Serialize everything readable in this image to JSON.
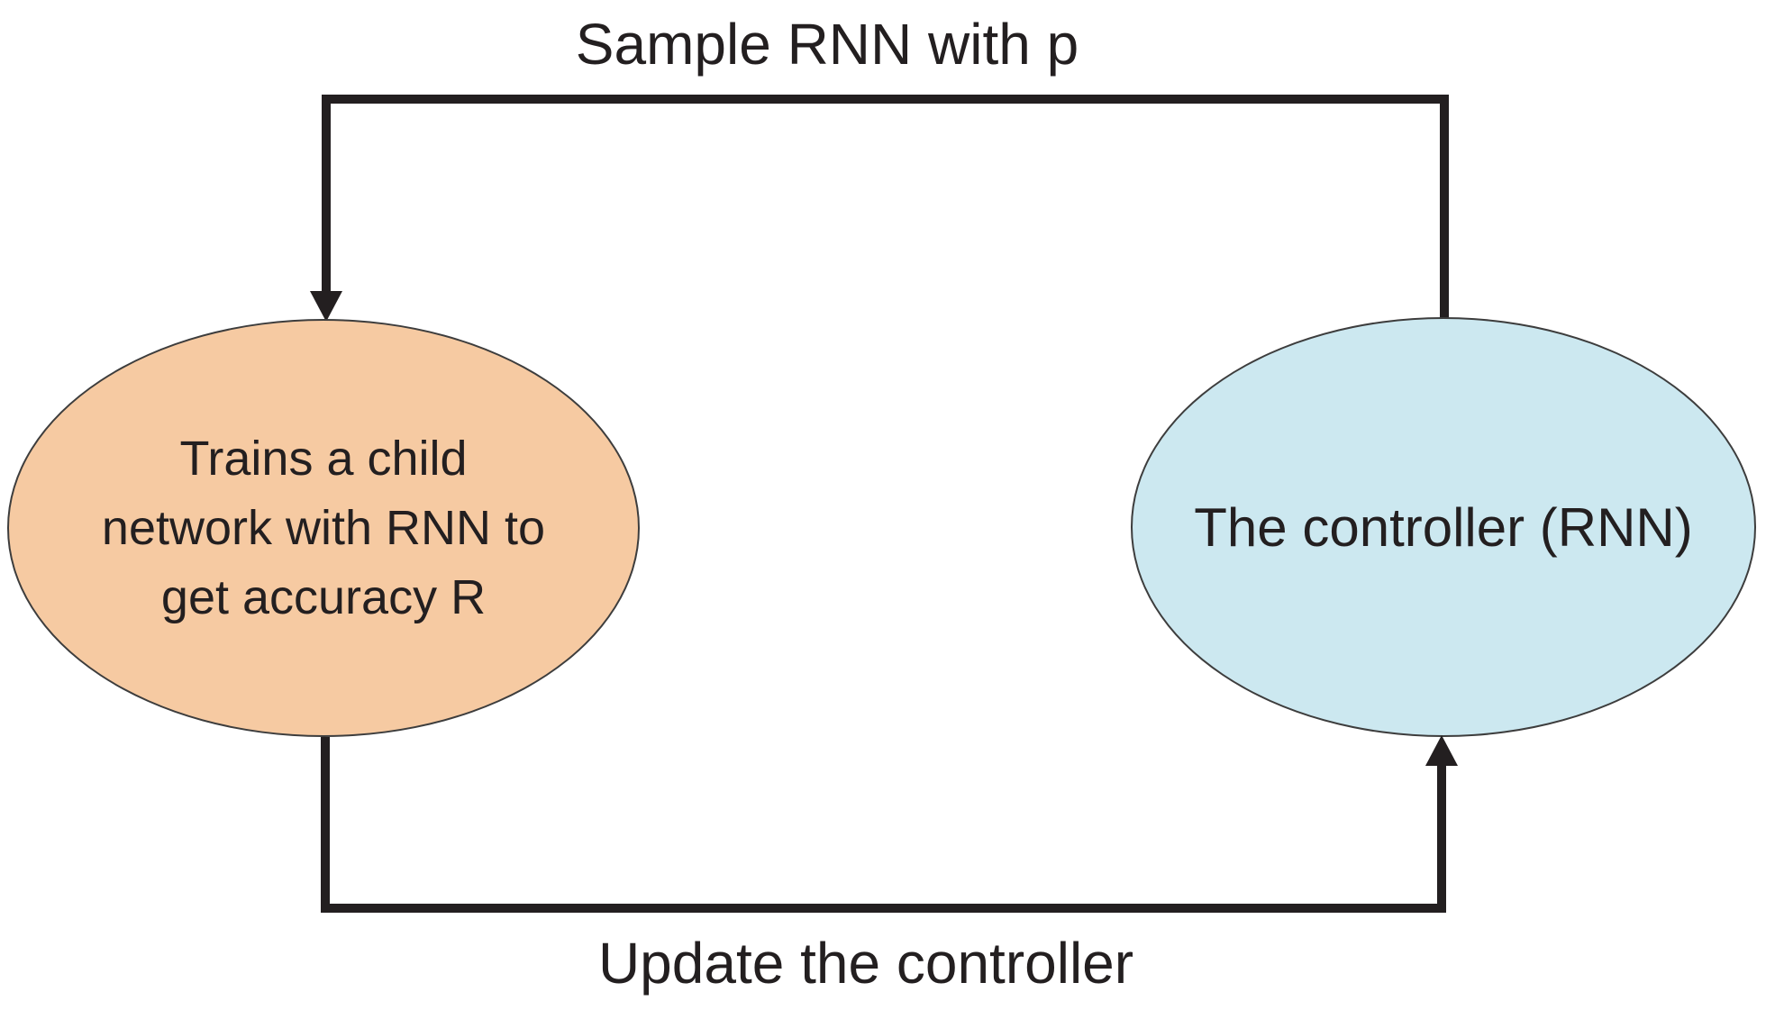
{
  "diagram": {
    "type": "flow-loop",
    "background": "#ffffff",
    "edges": {
      "top": {
        "label": "Sample RNN with p",
        "from": "controller",
        "to": "child_network",
        "arrow_color": "#231f20"
      },
      "bottom": {
        "label": "Update the controller",
        "from": "child_network",
        "to": "controller",
        "arrow_color": "#231f20"
      }
    },
    "nodes": {
      "child_network": {
        "shape": "ellipse",
        "label": "Trains a child network with RNN to get accuracy R",
        "lines": [
          "Trains a child",
          "network with RNN to",
          "get accuracy R"
        ],
        "fill": "#f6caa2",
        "stroke": "#3d3d3d",
        "text_color": "#231f20"
      },
      "controller": {
        "shape": "ellipse",
        "label": "The controller (RNN)",
        "lines": [
          "The controller (RNN)"
        ],
        "fill": "#cce8f0",
        "stroke": "#3d3d3d",
        "text_color": "#231f20"
      }
    }
  }
}
